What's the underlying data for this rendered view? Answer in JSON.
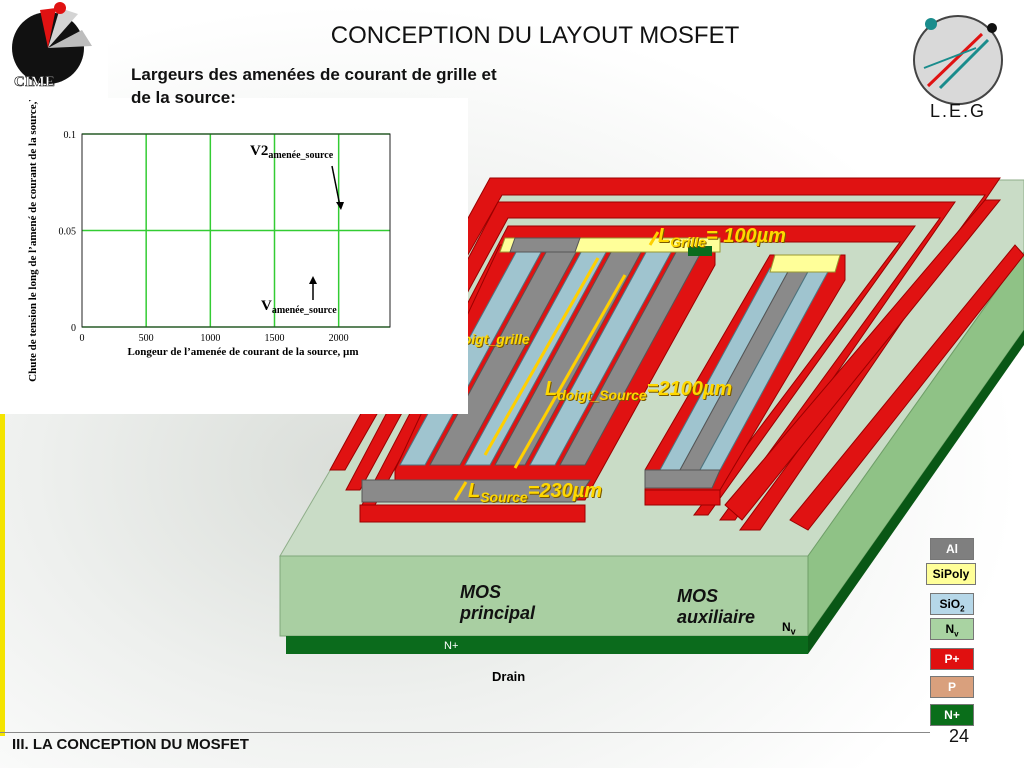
{
  "header": {
    "title": "CONCEPTION DU LAYOUT MOSFET",
    "subtitle": "Largeurs des amenées de courant de grille et de la source:"
  },
  "logos": {
    "left": "CIME",
    "right": "L.E.G"
  },
  "footer": {
    "section": "III. LA CONCEPTION DU MOSFET",
    "page": "24",
    "page_ghost": "N+"
  },
  "diagram": {
    "dim_grille": {
      "letter": "L",
      "sub": "Grille",
      "value": "= 100µm"
    },
    "dim_doigt_grille": {
      "letter": "L",
      "sub": "doigt_grille"
    },
    "dim_doigt_source": {
      "letter": "L",
      "sub": "doigt_Source",
      "value": "=2100µm"
    },
    "dim_source": {
      "letter": "L",
      "sub": "Source",
      "value": "=230µm"
    },
    "mos_principal": "MOS principal",
    "mos_auxiliaire": "MOS auxiliaire",
    "nv_label": "N",
    "nv_sub": "v",
    "nplus_label": "N+",
    "drain_label": "Drain"
  },
  "legend": [
    {
      "label": "Al",
      "sub": "",
      "color": "#7f7f7f",
      "text": "#ffffff"
    },
    {
      "label": "SiPoly",
      "sub": "",
      "color": "#ffff99",
      "text": "#000000"
    },
    {
      "label": "SiO",
      "sub": "2",
      "color": "#b6d7e8",
      "text": "#000000"
    },
    {
      "label": "N",
      "sub": "v",
      "color": "#a9d3a2",
      "text": "#000000"
    },
    {
      "label": "P+",
      "sub": "",
      "color": "#e01010",
      "text": "#ffffff"
    },
    {
      "label": "P",
      "sub": "",
      "color": "#d9a07d",
      "text": "#ffffff"
    },
    {
      "label": "N+",
      "sub": "",
      "color": "#0a6e1a",
      "text": "#ffffff"
    }
  ],
  "chart_data": {
    "type": "line",
    "ylabel": "Chute de tension le long de l’amené de courant de la  source,Volts",
    "xlabel": "Longeur de l’amenée de courant de la source, µm",
    "xlim": [
      0,
      2400
    ],
    "ylim": [
      0,
      0.1
    ],
    "x_ticks": [
      0,
      500,
      1000,
      1500,
      2000
    ],
    "y_ticks": [
      0,
      0.05,
      0.1
    ],
    "y_tick_labels": [
      "0",
      "0.05",
      "0.1"
    ],
    "grid": true,
    "annotations": [
      {
        "main": "V2",
        "sub": "amenée_source"
      },
      {
        "main": "V",
        "sub": "amenée_source"
      }
    ]
  }
}
